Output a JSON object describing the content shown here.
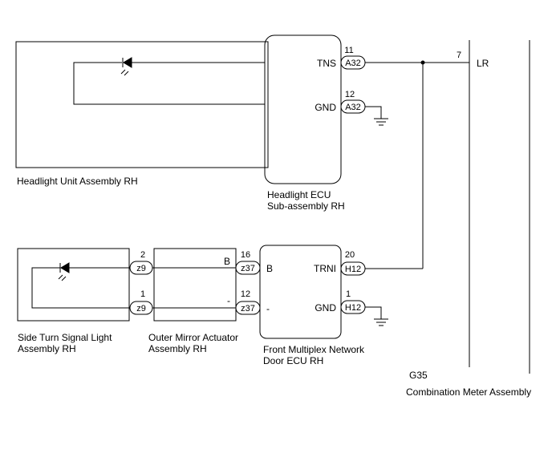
{
  "components": {
    "headlight_unit": {
      "label": "Headlight Unit Assembly RH"
    },
    "headlight_ecu": {
      "label_line1": "Headlight ECU",
      "label_line2": "Sub-assembly RH"
    },
    "side_turn_signal": {
      "label_line1": "Side Turn Signal Light",
      "label_line2": "Assembly RH"
    },
    "outer_mirror_actuator": {
      "label_line1": "Outer Mirror Actuator",
      "label_line2": "Assembly RH"
    },
    "front_multiplex_ecu": {
      "label_line1": "Front Multiplex Network",
      "label_line2": "Door ECU RH"
    },
    "combination_meter": {
      "connector": "G35",
      "label": "Combination Meter Assembly"
    }
  },
  "terminals": {
    "tns": {
      "pin": "11",
      "connector": "A32",
      "name": "TNS"
    },
    "gnd_a32": {
      "pin": "12",
      "connector": "A32",
      "name": "GND"
    },
    "lr": {
      "pin": "7",
      "name": "LR"
    },
    "trni": {
      "pin": "20",
      "connector": "H12",
      "name": "TRNI"
    },
    "gnd_h12": {
      "pin": "1",
      "connector": "H12",
      "name": "GND"
    },
    "z37_b": {
      "pin": "16",
      "connector": "z37",
      "name": "B",
      "outer_name": "B"
    },
    "z37_minus": {
      "pin": "12",
      "connector": "z37",
      "name": "-",
      "outer_name": "-"
    },
    "z9_a": {
      "pin": "2",
      "connector": "z9"
    },
    "z9_b": {
      "pin": "1",
      "connector": "z9"
    }
  }
}
